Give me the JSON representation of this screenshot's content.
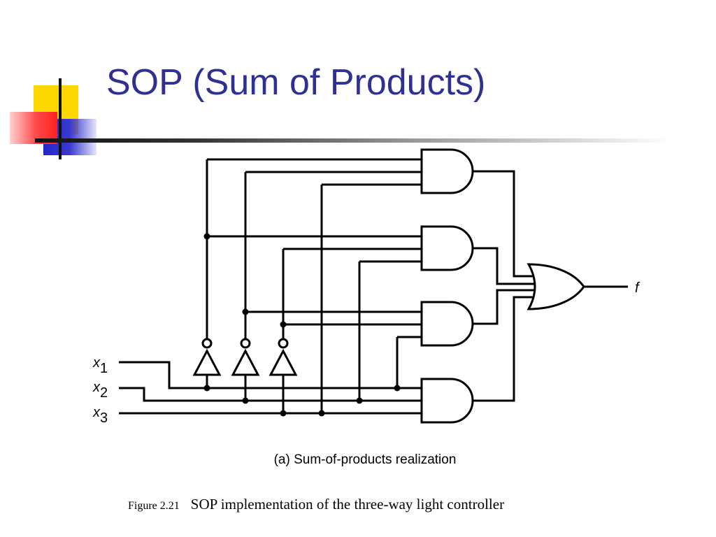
{
  "slide": {
    "title": "SOP (Sum of Products)",
    "colors": {
      "title": "#2e3192",
      "deco_yellow": "#ffd700",
      "deco_red": "#ff3b3b",
      "deco_blue": "#3333cc"
    }
  },
  "diagram": {
    "inputs": [
      {
        "var": "x",
        "sub": "1"
      },
      {
        "var": "x",
        "sub": "2"
      },
      {
        "var": "x",
        "sub": "3"
      }
    ],
    "output": "f",
    "subcaption": "(a) Sum-of-products realization"
  },
  "caption": {
    "label": "Figure 2.21",
    "text": "SOP implementation of the three-way light controller"
  }
}
